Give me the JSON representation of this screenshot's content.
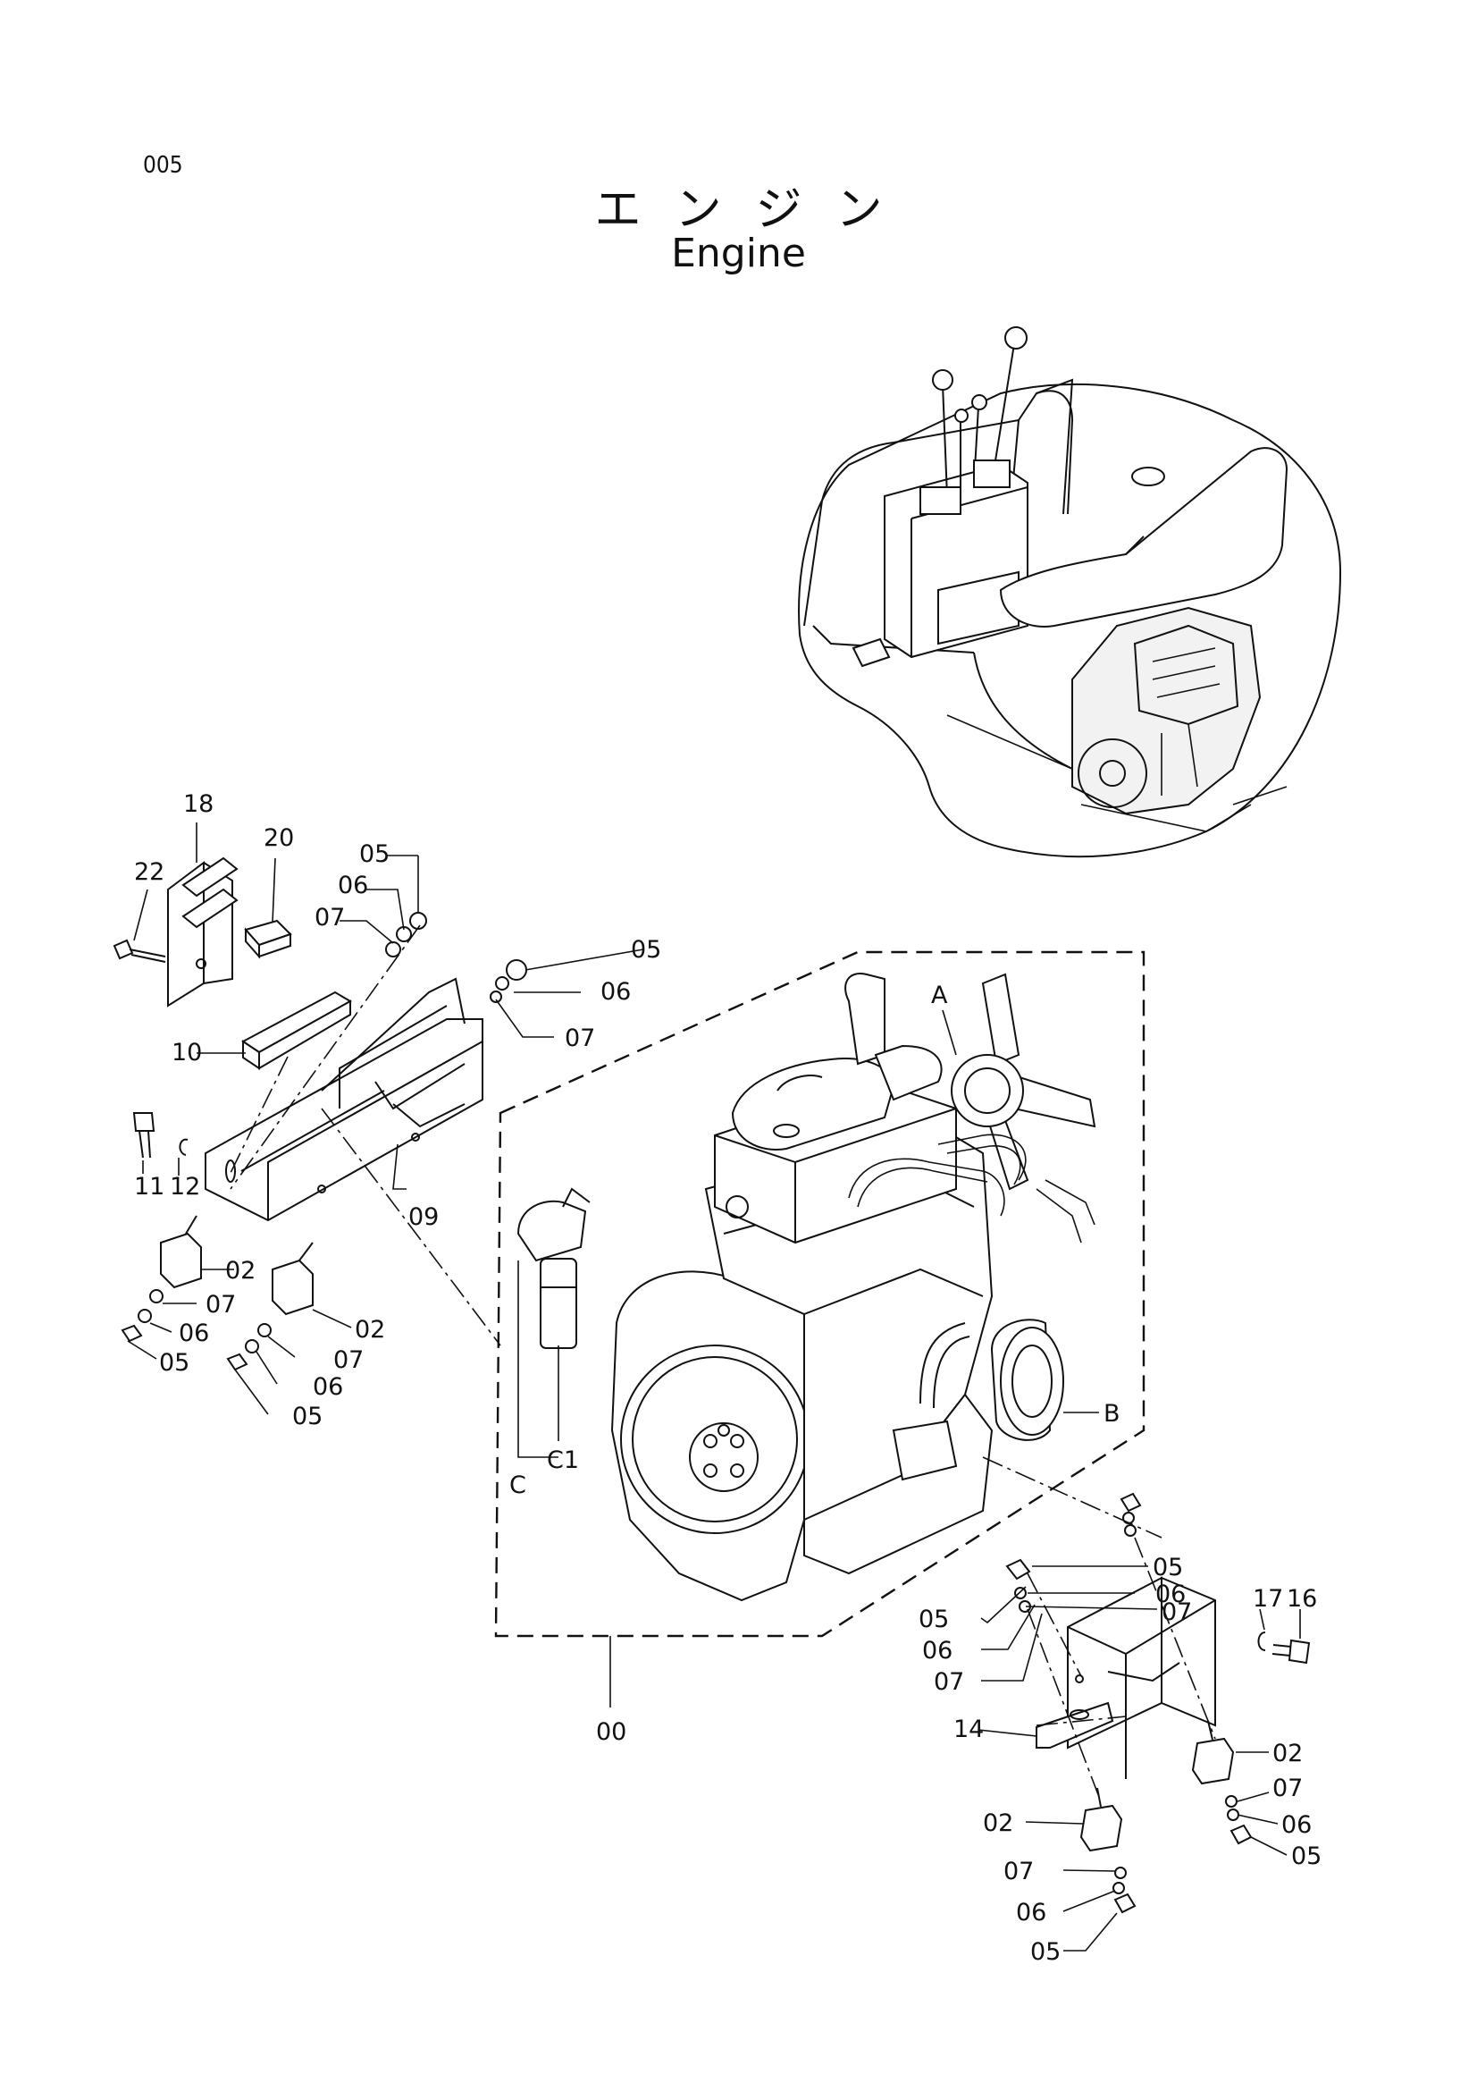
{
  "page_number": "005",
  "title_jp": "エンジン",
  "title_en": "Engine",
  "callouts": {
    "c00": "00",
    "c02a": "02",
    "c02b": "02",
    "c02c": "02",
    "c02d": "02",
    "c05a": "05",
    "c05b": "05",
    "c05c": "05",
    "c05d": "05",
    "c05e": "05",
    "c05f": "05",
    "c05g": "05",
    "c05h": "05",
    "c06a": "06",
    "c06b": "06",
    "c06c": "06",
    "c06d": "06",
    "c06e": "06",
    "c06f": "06",
    "c06g": "06",
    "c06h": "06",
    "c07a": "07",
    "c07b": "07",
    "c07c": "07",
    "c07d": "07",
    "c07e": "07",
    "c07f": "07",
    "c07g": "07",
    "c07h": "07",
    "c09": "09",
    "c10": "10",
    "c11": "11",
    "c12": "12",
    "c14": "14",
    "c16": "16",
    "c17": "17",
    "c18": "18",
    "c20": "20",
    "c22": "22",
    "cA": "A",
    "cB": "B",
    "cC": "C",
    "cC1": "C1"
  }
}
